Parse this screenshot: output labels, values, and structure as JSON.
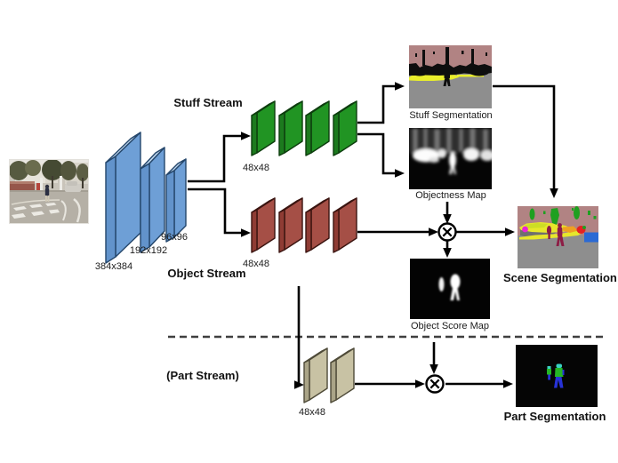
{
  "labels": {
    "stuff_stream": "Stuff Stream",
    "object_stream": "Object Stream",
    "part_stream": "(Part Stream)",
    "input_res": "384x384",
    "mid_res": "192x192",
    "small_res": "96x96",
    "stuff_res": "48x48",
    "object_res": "48x48",
    "part_res": "48x48",
    "stuff_caption": "Stuff Segmentation",
    "objectness_caption": "Objectness Map",
    "score_caption": "Object Score Map",
    "scene_caption": "Scene Segmentation",
    "part_caption": "Part Segmentation"
  },
  "icons": {
    "multiply": "circle-cross-operator"
  },
  "colors": {
    "shared_stream": {
      "front": "#6293cb",
      "side": "#6e9fd6",
      "top": "#bdd6ee",
      "outline": "#24466b"
    },
    "stuff_stream": {
      "front": "#1c7a1e",
      "side": "#219423",
      "top": "#66c668",
      "outline": "#0d3d0e"
    },
    "object_stream": {
      "front": "#8f3c34",
      "side": "#a54f46",
      "top": "#c68d82",
      "outline": "#3a1410"
    },
    "part_stream": {
      "front": "#aaa487",
      "side": "#c8c2a4",
      "top": "#e7e3cf",
      "outline": "#4e4a38"
    },
    "arrow": "#000000",
    "divider": "#3f3f3f"
  }
}
